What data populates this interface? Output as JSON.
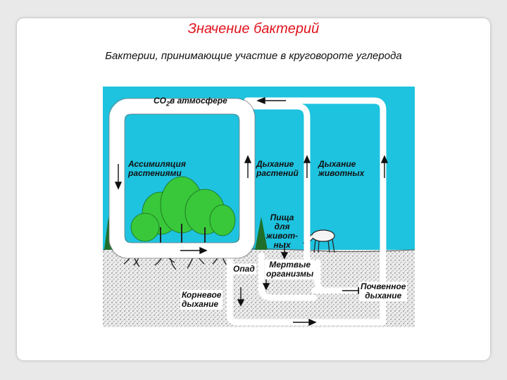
{
  "slide": {
    "title": "Значение бактерий",
    "subtitle": "Бактерии, принимающие участие в круговороте углерода"
  },
  "diagram": {
    "labels": {
      "co2_prefix": "CO",
      "co2_subscript": "2",
      "co2_suffix": "в атмосфере",
      "assimilation_line1": "Ассимиляция",
      "assimilation_line2": "растениями",
      "plant_respiration_line1": "Дыхание",
      "plant_respiration_line2": "растений",
      "animal_respiration_line1": "Дыхание",
      "animal_respiration_line2": "животных",
      "food_line1": "Пища",
      "food_line2": "для",
      "food_line3": "живот-",
      "food_line4": "ных",
      "litter": "Опад",
      "dead_organisms_line1": "Мертвые",
      "dead_organisms_line2": "организмы",
      "root_respiration_line1": "Корневое",
      "root_respiration_line2": "дыхание",
      "soil_respiration_line1": "Почвенное",
      "soil_respiration_line2": "дыхание"
    },
    "colors": {
      "sky": "#1ec3df",
      "soil": "#ececec",
      "tree_green": "#38c83a",
      "flow_band": "#ffffff",
      "title_red": "#e0141e"
    }
  }
}
